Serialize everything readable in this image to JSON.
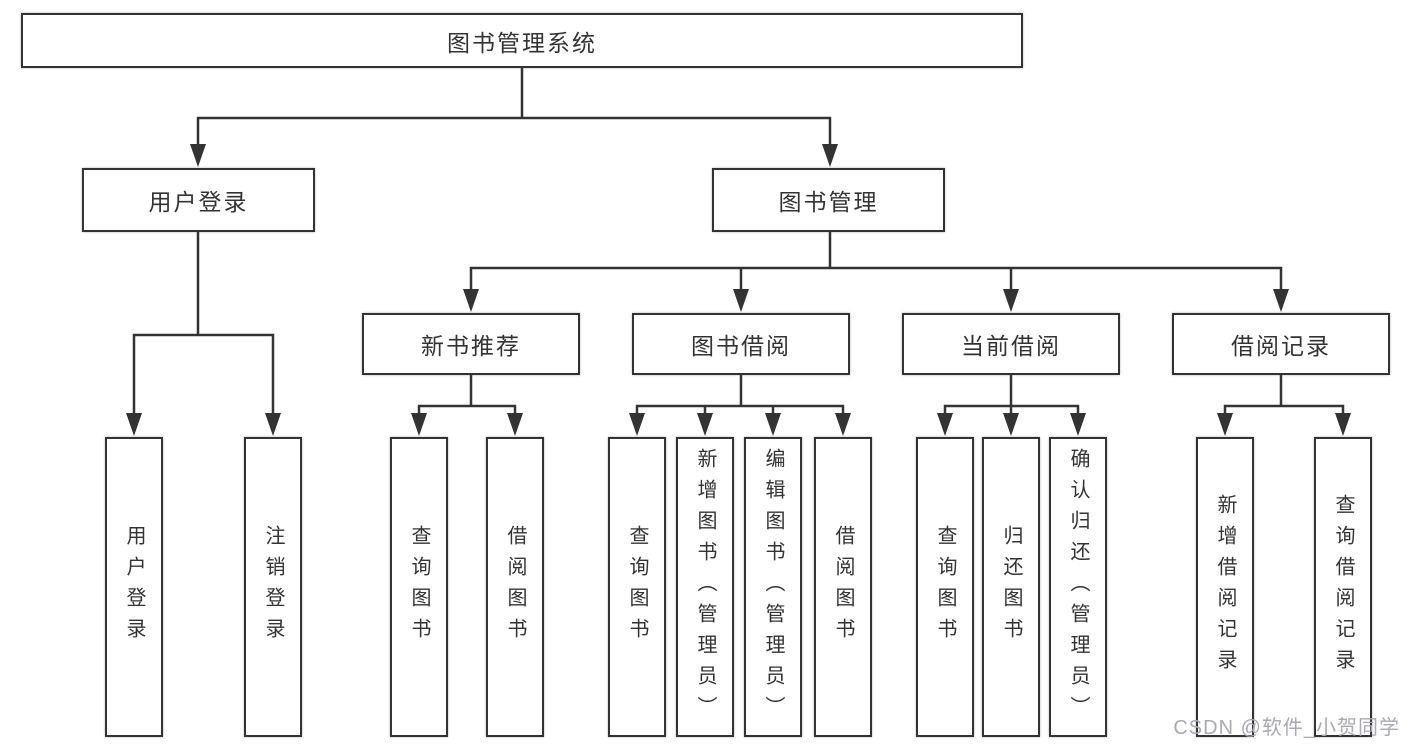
{
  "diagram": {
    "root": {
      "label": "图书管理系统"
    },
    "level2": [
      {
        "label": "用户登录"
      },
      {
        "label": "图书管理"
      }
    ],
    "level3": [
      {
        "label": "新书推荐"
      },
      {
        "label": "图书借阅"
      },
      {
        "label": "当前借阅"
      },
      {
        "label": "借阅记录"
      }
    ],
    "leaves": [
      {
        "label": "用户登录"
      },
      {
        "label": "注销登录"
      },
      {
        "label": "查询图书"
      },
      {
        "label": "借阅图书"
      },
      {
        "label": "查询图书"
      },
      {
        "label": "新增图书（管理员）"
      },
      {
        "label": "编辑图书（管理员）"
      },
      {
        "label": "借阅图书"
      },
      {
        "label": "查询图书"
      },
      {
        "label": "归还图书"
      },
      {
        "label": "确认归还（管理员）"
      },
      {
        "label": "新增借阅记录"
      },
      {
        "label": "查询借阅记录"
      }
    ]
  },
  "colors": {
    "line": "#333333",
    "watermark": "#a9a9b2"
  },
  "watermark": {
    "text": "CSDN @软件_小贺同学"
  }
}
